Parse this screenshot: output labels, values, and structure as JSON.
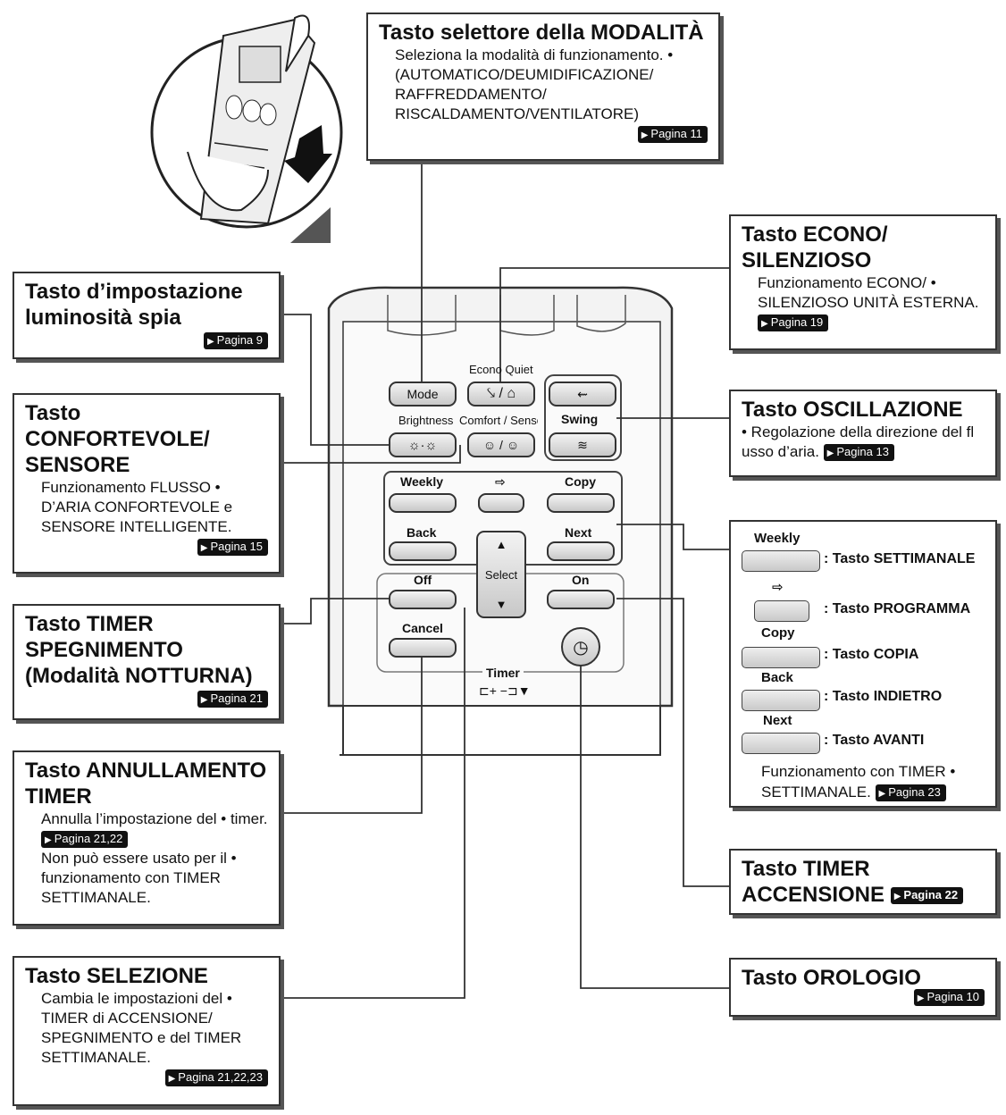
{
  "mode_box": {
    "title": "Tasto selettore della MODALITÀ",
    "desc": "Seleziona la modalità di funzionamento. • (AUTOMATICO/DEUMIDIFICAZIONE/ RAFFREDDAMENTO/ RISCALDAMENTO/VENTILATORE)",
    "page": "Pagina 11"
  },
  "econo_box": {
    "title": "Tasto ECONO/ SILENZIOSO",
    "desc": "Funzionamento ECONO/ • SILENZIOSO UNITÀ ESTERNA.",
    "page": "Pagina 19"
  },
  "brightness_box": {
    "title": "Tasto d’impostazione luminosità spia",
    "page": "Pagina 9"
  },
  "comfort_box": {
    "title": "Tasto CONFORTEVOLE/ SENSORE",
    "desc": "Funzionamento FLUSSO • D’ARIA CONFORTEVOLE e SENSORE INTELLIGENTE.",
    "page": "Pagina 15"
  },
  "swing_box": {
    "title": "Tasto OSCILLAZIONE",
    "desc": "• Regolazione della direzione del fl usso d’aria.",
    "page": "Pagina 13"
  },
  "weekly_legend": {
    "items": [
      {
        "label": "Weekly",
        "desc": ": Tasto SETTIMANALE"
      },
      {
        "label": "⇨",
        "desc": ": Tasto PROGRAMMA"
      },
      {
        "label": "Copy",
        "desc": ": Tasto COPIA"
      },
      {
        "label": "Back",
        "desc": ": Tasto INDIETRO"
      },
      {
        "label": "Next",
        "desc": ": Tasto AVANTI"
      }
    ],
    "desc": "Funzionamento con TIMER • SETTIMANALE.",
    "page": "Pagina 23"
  },
  "off_box": {
    "title": "Tasto TIMER SPEGNIMENTO (Modalità NOTTURNA)",
    "page": "Pagina 21"
  },
  "cancel_box": {
    "title": "Tasto ANNULLAMENTO TIMER",
    "desc1": "Annulla l’impostazione del • timer.",
    "page1": "Pagina 21,22",
    "desc2": "Non può essere usato per il • funzionamento con TIMER SETTIMANALE."
  },
  "on_box": {
    "title": "Tasto TIMER ACCENSIONE",
    "page": "Pagina 22"
  },
  "select_box": {
    "title": "Tasto SELEZIONE",
    "desc": "Cambia le impostazioni del • TIMER di ACCENSIONE/ SPEGNIMENTO e del TIMER SETTIMANALE.",
    "page": "Pagina 21,22,23"
  },
  "clock_box": {
    "title": "Tasto OROLOGIO",
    "page": "Pagina 10"
  },
  "remote": {
    "mode": "Mode",
    "econo": "Econo",
    "quiet": "Quiet",
    "brightness": "Brightness",
    "comfort": "Comfort / Sensor",
    "swing": "Swing",
    "weekly": "Weekly",
    "program": "⇨",
    "copy": "Copy",
    "back": "Back",
    "next": "Next",
    "select": "Select",
    "off": "Off",
    "on": "On",
    "cancel": "Cancel",
    "timer": "Timer"
  }
}
